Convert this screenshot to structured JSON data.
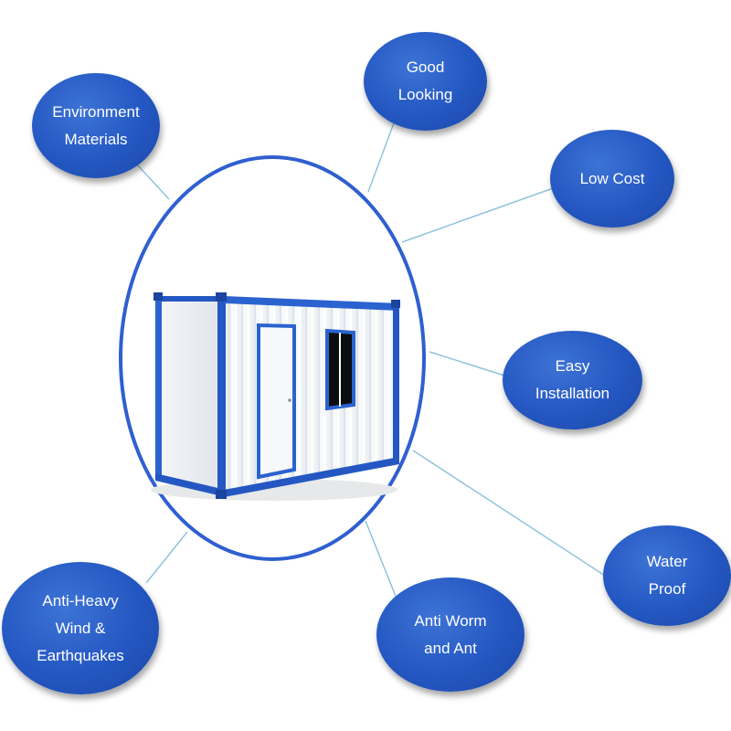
{
  "diagram": {
    "accent_color": "#2b5fce",
    "connector_color": "#8fc3de",
    "center_image": "prefab-container-house",
    "features": [
      {
        "id": "environment",
        "label": "Environment\nMaterials"
      },
      {
        "id": "good-looking",
        "label": "Good\nLooking"
      },
      {
        "id": "low-cost",
        "label": "Low Cost"
      },
      {
        "id": "easy-installation",
        "label": "Easy\nInstallation"
      },
      {
        "id": "water-proof",
        "label": "Water\nProof"
      },
      {
        "id": "anti-worm",
        "label": "Anti Worm\nand Ant"
      },
      {
        "id": "anti-heavy",
        "label": "Anti-Heavy\nWind &\nEarthquakes"
      }
    ]
  }
}
